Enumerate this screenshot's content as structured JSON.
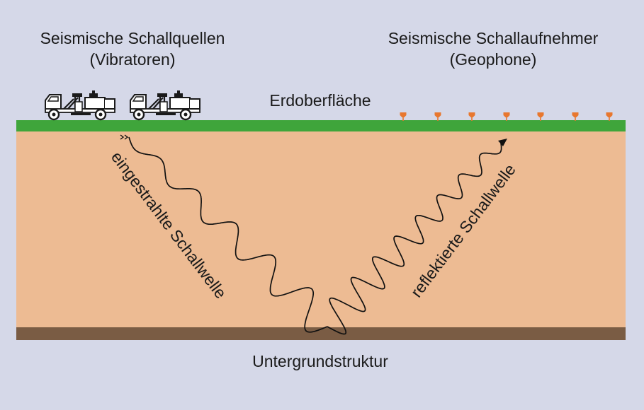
{
  "labels": {
    "sources_title": "Seismische Schallquellen",
    "sources_subtitle": "(Vibratoren)",
    "receivers_title": "Seismische Schallaufnehmer",
    "receivers_subtitle": "(Geophone)",
    "surface": "Erdoberfläche",
    "incident_wave": "eingestrahlte Schallwelle",
    "reflected_wave": "reflektierte Schallwelle",
    "subsurface": "Untergrundstruktur"
  },
  "icons": {
    "source": "vibrator-truck-icon",
    "receiver": "geophone-icon"
  },
  "colors": {
    "background": "#d5d8e8",
    "ground": "#edbb93",
    "surface": "#3fa53b",
    "reflector": "#7a5c44",
    "geophone": "#e8772e",
    "wave": "#111111"
  },
  "counts": {
    "vibrators": 2,
    "geophones": 7
  }
}
